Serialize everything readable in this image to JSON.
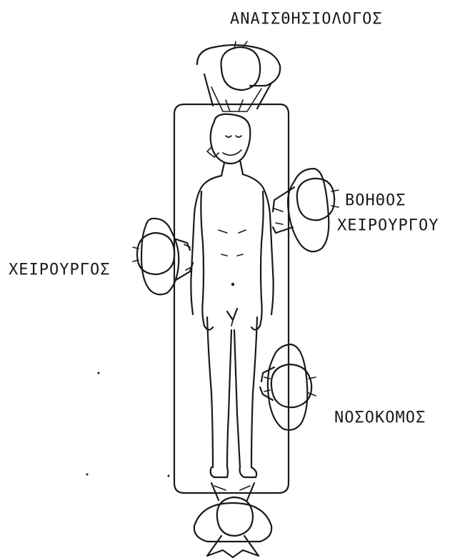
{
  "labels": {
    "anesthesiologist": "ΑΝΑΙΣΘΗΣΙΟΛΟΓΟΣ",
    "assistant_line1": "ΒΟΗΘΟΣ",
    "assistant_line2": "ΧΕΙΡΟΥΡΓΟΥ",
    "surgeon": "ΧΕΙΡΟΥΡΓΟΣ",
    "nurse": "ΝΟΣΟΚΟΜΟΣ"
  }
}
